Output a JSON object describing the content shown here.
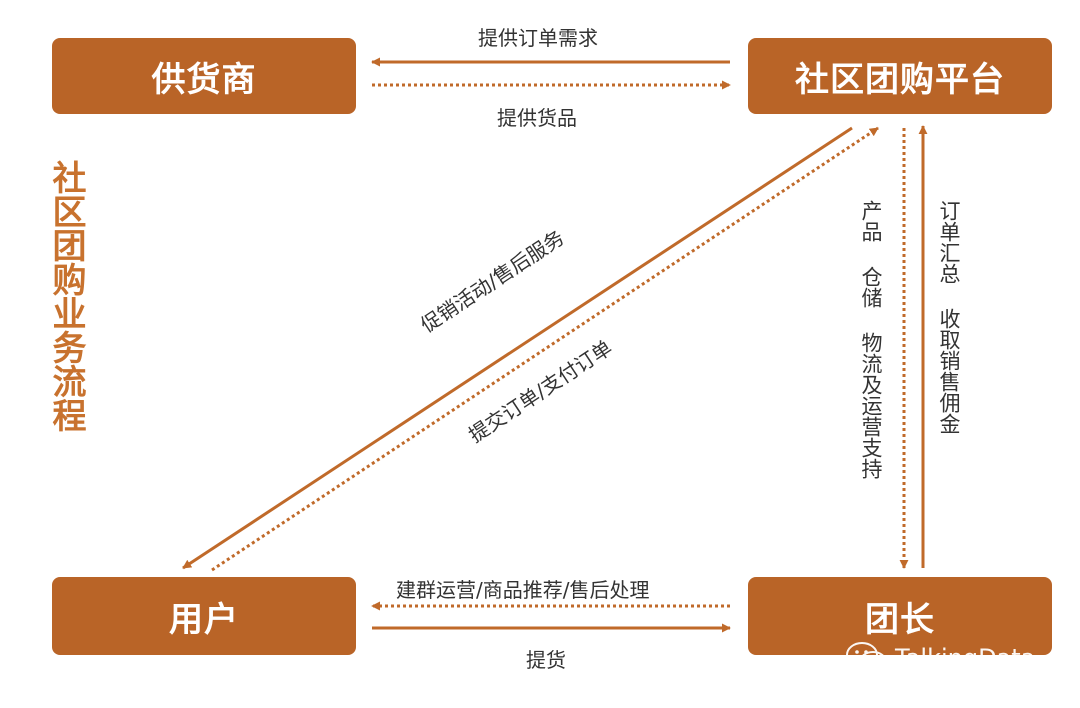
{
  "colors": {
    "node": "#b96427",
    "title": "#c8722e",
    "arrow": "#c06a2a",
    "text": "#333333"
  },
  "title": "社区团购业务流程",
  "nodes": {
    "supplier": "供货商",
    "platform": "社区团购平台",
    "user": "用户",
    "leader": "团长"
  },
  "edges": {
    "platform_to_supplier": "提供订单需求",
    "supplier_to_platform": "提供货品",
    "platform_to_user": "促销活动/售后服务",
    "user_to_platform": "提交订单/支付订单",
    "platform_to_leader": "产品 仓储 物流及运营支持",
    "leader_to_platform": "订单汇总 收取销售佣金",
    "leader_to_user": "建群运营/商品推荐/售后处理",
    "user_to_leader": "提货"
  },
  "watermark": {
    "icon": "wechat-icon",
    "text": "TalkingData"
  }
}
